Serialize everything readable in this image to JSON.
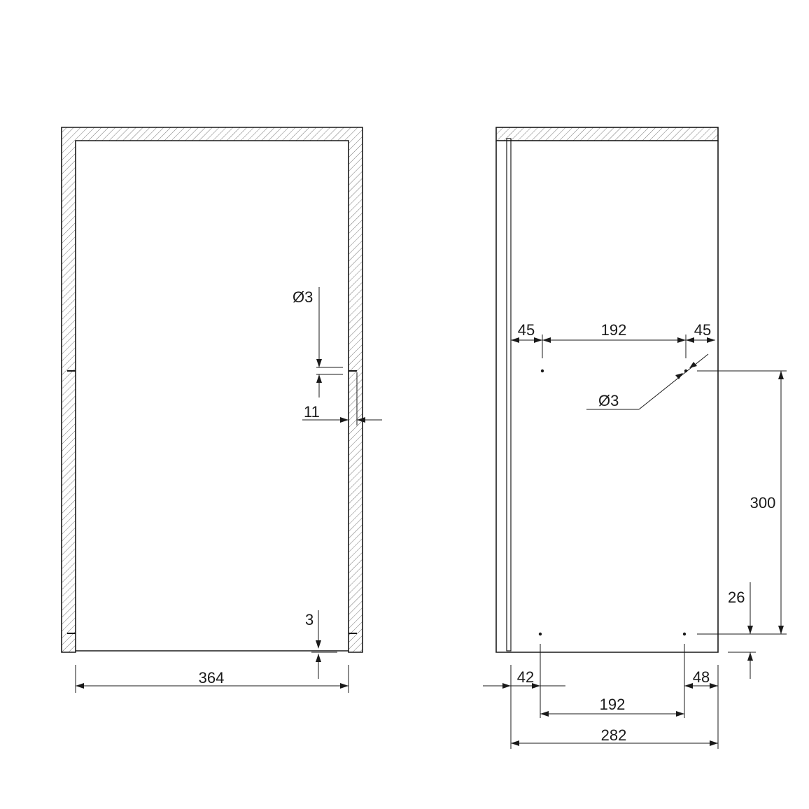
{
  "front_view": {
    "dims": {
      "hole_diameter": "Ø3",
      "edge_offset": "11",
      "bottom_gap": "3",
      "inner_width": "364"
    }
  },
  "side_view": {
    "dims": {
      "top_left": "45",
      "top_spacing": "192",
      "top_right": "45",
      "hole_diameter": "Ø3",
      "vertical_spacing": "300",
      "bottom_offset": "26",
      "bottom_left": "42",
      "bottom_right": "48",
      "bottom_spacing": "192",
      "total_depth": "282"
    }
  }
}
